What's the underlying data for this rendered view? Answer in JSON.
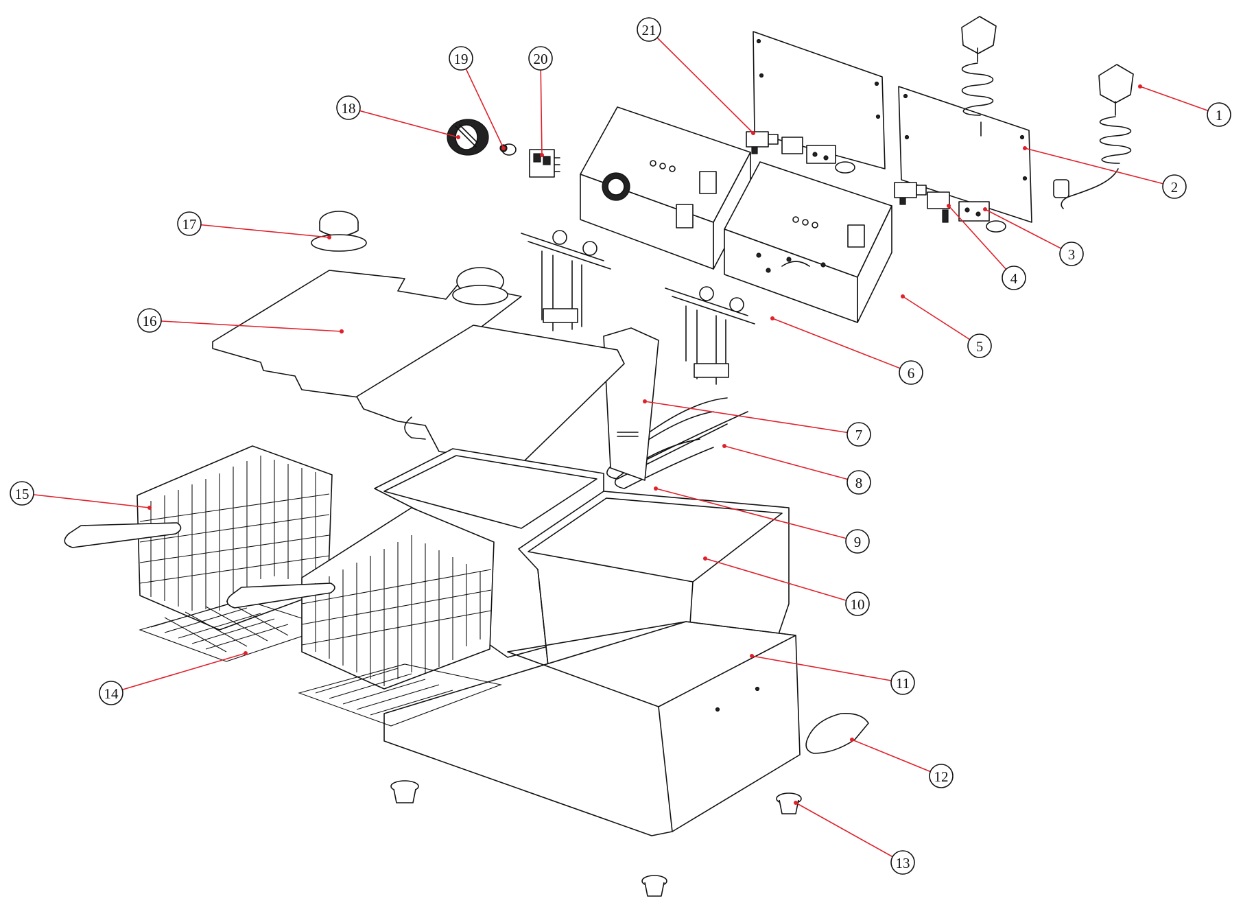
{
  "callouts": [
    {
      "label": "1"
    },
    {
      "label": "2"
    },
    {
      "label": "3"
    },
    {
      "label": "4"
    },
    {
      "label": "5"
    },
    {
      "label": "6"
    },
    {
      "label": "7"
    },
    {
      "label": "8"
    },
    {
      "label": "9"
    },
    {
      "label": "10"
    },
    {
      "label": "11"
    },
    {
      "label": "12"
    },
    {
      "label": "13"
    },
    {
      "label": "14"
    },
    {
      "label": "15"
    },
    {
      "label": "16"
    },
    {
      "label": "17"
    },
    {
      "label": "18"
    },
    {
      "label": "19"
    },
    {
      "label": "20"
    },
    {
      "label": "21"
    }
  ],
  "colors": {
    "leader": "#e0202a",
    "line": "#111111",
    "background": "#ffffff"
  }
}
